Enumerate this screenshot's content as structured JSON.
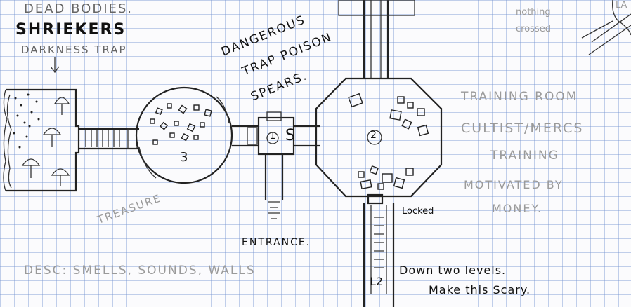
{
  "notes": {
    "dead_bodies": "DEAD BODIES.",
    "shriekers": "SHRIEKERS",
    "darkness_trap": "DARKNESS TRAP",
    "dangerous_trap_line1": "DANGEROUS",
    "dangerous_trap_line2": "TRAP POISON",
    "dangerous_trap_line3": "SPEARS.",
    "nothing_crossed_line1": "nothing",
    "nothing_crossed_line2": "crossed",
    "corner_partial": "LA",
    "training_room_line1": "TRAINING ROOM",
    "training_room_line2": "CULTIST/MERCS",
    "training_room_line3": "TRAINING",
    "training_room_line4": "MOTIVATED BY",
    "training_room_line5": "MONEY.",
    "treasure": "TREASURE",
    "entrance": "ENTRANCE.",
    "locked": "Locked",
    "desc": "DESC: SMELLS, SOUNDS, WALLS",
    "down_two_levels": "Down two levels.",
    "make_scary": "Make this Scary."
  },
  "map_labels": {
    "room_1": "1",
    "room_2": "2",
    "room_3": "3",
    "secret_door": "S",
    "level_marker": "L2"
  }
}
